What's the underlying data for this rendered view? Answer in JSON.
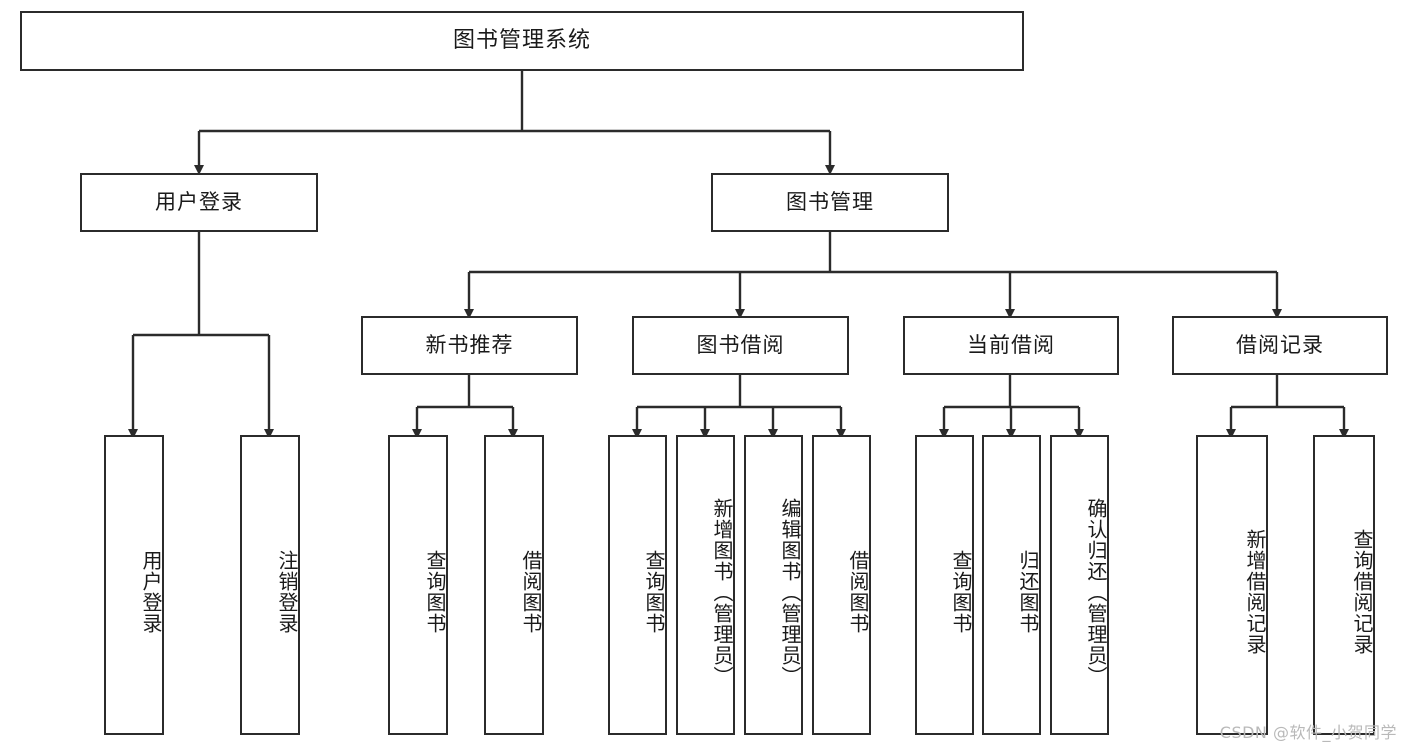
{
  "diagram": {
    "title": "图书管理系统",
    "watermark": "CSDN @软件_小贺同学",
    "colors": {
      "stroke": "#2b2b2b",
      "background": "#ffffff",
      "text": "#1a1a1a",
      "watermark": "#b9b9b9"
    },
    "root": {
      "label": "图书管理系统"
    },
    "level2": [
      {
        "label": "用户登录"
      },
      {
        "label": "图书管理"
      }
    ],
    "level3": [
      {
        "label": "新书推荐"
      },
      {
        "label": "图书借阅"
      },
      {
        "label": "当前借阅"
      },
      {
        "label": "借阅记录"
      }
    ],
    "leaves": {
      "user_login": [
        {
          "label": "用户登录"
        },
        {
          "label": "注销登录"
        }
      ],
      "new_book_recommend": [
        {
          "label": "查询图书"
        },
        {
          "label": "借阅图书"
        }
      ],
      "book_borrow": [
        {
          "label": "查询图书"
        },
        {
          "label": "新增图书（管理员）"
        },
        {
          "label": "编辑图书（管理员）"
        },
        {
          "label": "借阅图书"
        }
      ],
      "current_borrow": [
        {
          "label": "查询图书"
        },
        {
          "label": "归还图书"
        },
        {
          "label": "确认归还（管理员）"
        }
      ],
      "borrow_record": [
        {
          "label": "新增借阅记录"
        },
        {
          "label": "查询借阅记录"
        }
      ]
    }
  }
}
